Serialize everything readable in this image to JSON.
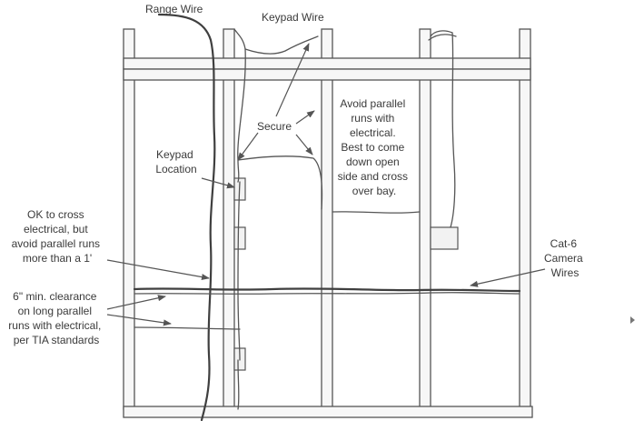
{
  "labels": {
    "range_wire": "Range Wire",
    "keypad_wire": "Keypad Wire",
    "secure": "Secure",
    "avoid_parallel": [
      "Avoid parallel",
      "runs with",
      "electrical.",
      "Best to come",
      "down open",
      "side and cross",
      "over bay."
    ],
    "keypad_location": [
      "Keypad",
      "Location"
    ],
    "ok_to_cross": [
      "OK to cross",
      "electrical, but",
      "avoid parallel runs",
      "more than a 1'"
    ],
    "clearance": [
      "6\" min. clearance",
      "on long parallel",
      "runs with electrical,",
      "per TIA standards"
    ],
    "cat6": [
      "Cat-6",
      "Camera",
      "Wires"
    ]
  },
  "colors": {
    "line": "#555555",
    "wood_fill": "#f7f7f7",
    "text": "#3a3a3a"
  },
  "icons": {
    "nav_arrow": "triangle-right-icon"
  }
}
